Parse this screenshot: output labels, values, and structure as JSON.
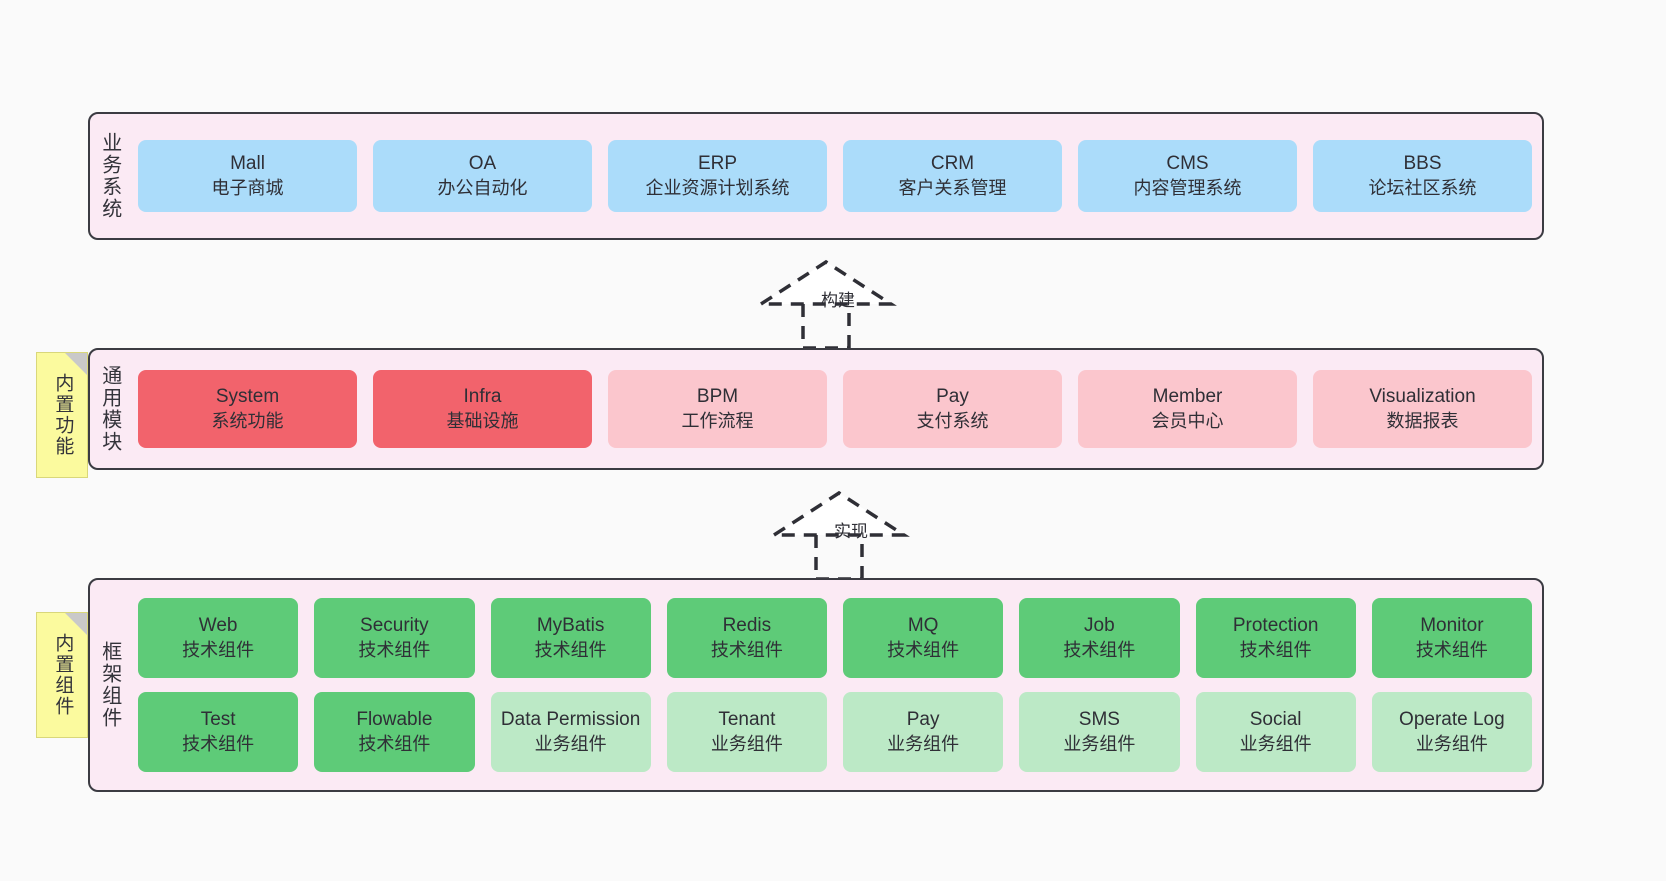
{
  "diagram": {
    "background_color": "#fafafa",
    "panel_color": "#fbeaf4",
    "panel_border_color": "#3b3b42"
  },
  "layers": [
    {
      "id": "business",
      "title": "业务系统",
      "card_color": "#abdcfa",
      "rows": [
        {
          "cards": [
            {
              "en": "Mall",
              "cn": "电子商城",
              "color": "#abdcfa"
            },
            {
              "en": "OA",
              "cn": "办公自动化",
              "color": "#abdcfa"
            },
            {
              "en": "ERP",
              "cn": "企业资源计划系统",
              "color": "#abdcfa"
            },
            {
              "en": "CRM",
              "cn": "客户关系管理",
              "color": "#abdcfa"
            },
            {
              "en": "CMS",
              "cn": "内容管理系统",
              "color": "#abdcfa"
            },
            {
              "en": "BBS",
              "cn": "论坛社区系统",
              "color": "#abdcfa"
            }
          ]
        }
      ]
    },
    {
      "id": "modules",
      "title": "通用模块",
      "sticky": "内置功能",
      "rows": [
        {
          "cards": [
            {
              "en": "System",
              "cn": "系统功能",
              "color": "#f2636c"
            },
            {
              "en": "Infra",
              "cn": "基础设施",
              "color": "#f2636c"
            },
            {
              "en": "BPM",
              "cn": "工作流程",
              "color": "#fbc6cd"
            },
            {
              "en": "Pay",
              "cn": "支付系统",
              "color": "#fbc6cd"
            },
            {
              "en": "Member",
              "cn": "会员中心",
              "color": "#fbc6cd"
            },
            {
              "en": "Visualization",
              "cn": "数据报表",
              "color": "#fbc6cd"
            }
          ]
        }
      ]
    },
    {
      "id": "framework",
      "title": "框架组件",
      "sticky": "内置组件",
      "rows": [
        {
          "cards": [
            {
              "en": "Web",
              "cn": "技术组件",
              "color": "#5ecb78"
            },
            {
              "en": "Security",
              "cn": "技术组件",
              "color": "#5ecb78"
            },
            {
              "en": "MyBatis",
              "cn": "技术组件",
              "color": "#5ecb78"
            },
            {
              "en": "Redis",
              "cn": "技术组件",
              "color": "#5ecb78"
            },
            {
              "en": "MQ",
              "cn": "技术组件",
              "color": "#5ecb78"
            },
            {
              "en": "Job",
              "cn": "技术组件",
              "color": "#5ecb78"
            },
            {
              "en": "Protection",
              "cn": "技术组件",
              "color": "#5ecb78"
            },
            {
              "en": "Monitor",
              "cn": "技术组件",
              "color": "#5ecb78"
            }
          ]
        },
        {
          "cards": [
            {
              "en": "Test",
              "cn": "技术组件",
              "color": "#5ecb78"
            },
            {
              "en": "Flowable",
              "cn": "技术组件",
              "color": "#5ecb78"
            },
            {
              "en": "Data Permission",
              "cn": "业务组件",
              "color": "#bce9c6"
            },
            {
              "en": "Tenant",
              "cn": "业务组件",
              "color": "#bce9c6"
            },
            {
              "en": "Pay",
              "cn": "业务组件",
              "color": "#bce9c6"
            },
            {
              "en": "SMS",
              "cn": "业务组件",
              "color": "#bce9c6"
            },
            {
              "en": "Social",
              "cn": "业务组件",
              "color": "#bce9c6"
            },
            {
              "en": "Operate Log",
              "cn": "业务组件",
              "color": "#bce9c6"
            }
          ]
        }
      ]
    }
  ],
  "connectors": [
    {
      "id": "build",
      "label": "构建",
      "style": "dashed-generalization",
      "direction": "up"
    },
    {
      "id": "impl",
      "label": "实现",
      "style": "dashed-generalization",
      "direction": "up"
    }
  ]
}
